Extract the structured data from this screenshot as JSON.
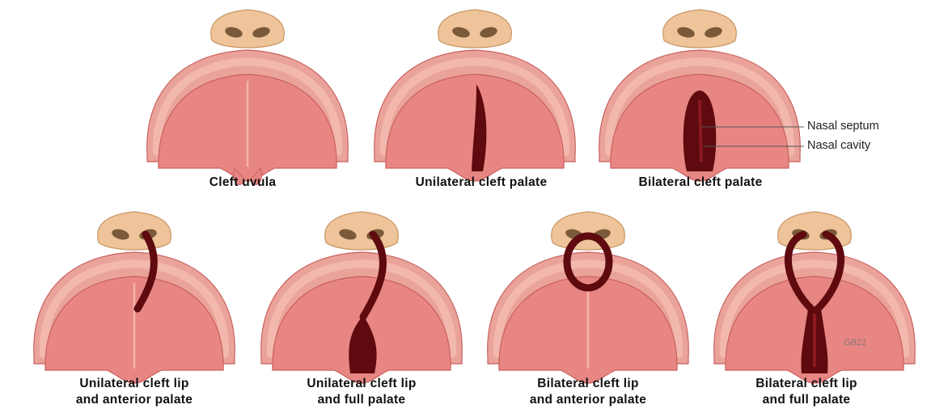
{
  "colors": {
    "background": "#ffffff",
    "palate": "#e88683",
    "palate_edge": "#c9605e",
    "gum": "#eaa39a",
    "teeth_ridge": "#f2b8ad",
    "nose": "#efc49a",
    "nose_edge": "#c79663",
    "nostril": "#7a5a3a",
    "cleft": "#5e0a0f",
    "cleft_inner": "#8a1a20",
    "text": "#111111",
    "pointer_line": "#555555"
  },
  "panels": [
    {
      "id": "cleft-uvula",
      "type": "uvula",
      "caption": [
        "Cleft uvula"
      ]
    },
    {
      "id": "unilateral-cleft-palate",
      "type": "uni_palate",
      "caption": [
        "Unilateral cleft palate"
      ]
    },
    {
      "id": "bilateral-cleft-palate",
      "type": "bi_palate",
      "caption": [
        "Bilateral cleft palate"
      ]
    },
    {
      "id": "unilateral-lip-anterior",
      "type": "uni_lip_ant",
      "caption": [
        "Unilateral cleft lip",
        "and anterior palate"
      ]
    },
    {
      "id": "unilateral-lip-full",
      "type": "uni_lip_full",
      "caption": [
        "Unilateral cleft lip",
        "and full palate"
      ]
    },
    {
      "id": "bilateral-lip-anterior",
      "type": "bi_lip_ant",
      "caption": [
        "Bilateral cleft lip",
        "and anterior palate"
      ]
    },
    {
      "id": "bilateral-lip-full",
      "type": "bi_lip_full",
      "caption": [
        "Bilateral cleft lip",
        "and full palate"
      ]
    }
  ],
  "annotations": [
    {
      "id": "nasal-septum",
      "text": "Nasal septum",
      "panel": "bilateral-cleft-palate"
    },
    {
      "id": "nasal-cavity",
      "text": "Nasal cavity",
      "panel": "bilateral-cleft-palate"
    }
  ],
  "signature": "GB21"
}
